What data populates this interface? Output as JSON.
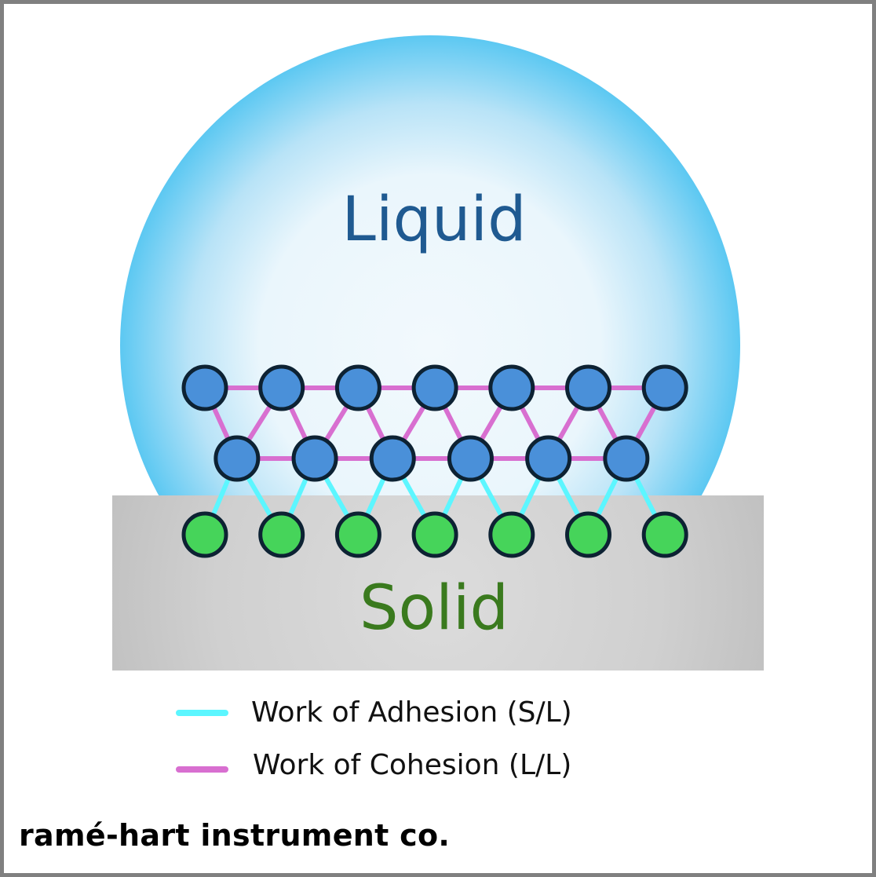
{
  "labels": {
    "liquid": "Liquid",
    "solid": "Solid"
  },
  "legend": {
    "adhesion": {
      "label": "Work of Adhesion (S/L)",
      "color": "#5cf6ff"
    },
    "cohesion": {
      "label": "Work of Cohesion (L/L)",
      "color": "#d86fd0"
    }
  },
  "brand": "ramé-hart instrument co.",
  "colors": {
    "liquid_text": "#1f5a91",
    "solid_text": "#3a7a1e",
    "droplet_edge": "#5cc8f2",
    "droplet_center": "#eef7fc",
    "liquid_molecule": "#4a90d9",
    "solid_molecule": "#46d45a",
    "solid_block": "#c8c8c8",
    "molecule_outline": "#0d2233"
  },
  "molecules": {
    "liquid_top_row": 7,
    "liquid_bottom_row": 6,
    "solid_row": 7
  }
}
